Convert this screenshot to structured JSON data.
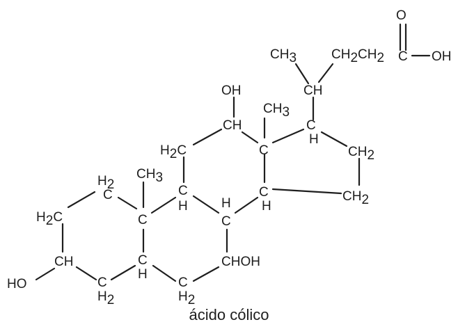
{
  "caption": "ácido cólico",
  "colors": {
    "ink": "#1e1e1e",
    "background": "#ffffff"
  },
  "molecule": {
    "atoms": {
      "o_carbonyl": {
        "symbol": "O",
        "sub": ""
      },
      "c_carboxyl": {
        "symbol": "C",
        "sub": ""
      },
      "oh_acid": {
        "symbol": "OH",
        "sub": ""
      },
      "ch3_side": {
        "symbol": "CH",
        "sub": "3"
      },
      "ch2_side": {
        "symbol": "CH",
        "sub": "2",
        "symbol2": "CH",
        "sub2": "2"
      },
      "ch_side": {
        "symbol": "CH",
        "sub": ""
      },
      "oh_12": {
        "symbol": "OH",
        "sub": ""
      },
      "ch_12": {
        "symbol": "CH",
        "sub": ""
      },
      "ch3_13": {
        "symbol": "CH",
        "sub": "3"
      },
      "c_17": {
        "symbol": "C",
        "sub": ""
      },
      "h_17": {
        "symbol": "H",
        "sub": ""
      },
      "h2c_11": {
        "symbol": "H",
        "sub": "2",
        "after": "C"
      },
      "c_13": {
        "symbol": "C",
        "sub": ""
      },
      "ch2_16": {
        "symbol": "CH",
        "sub": "2"
      },
      "ch3_10": {
        "symbol": "CH",
        "sub": "3"
      },
      "h2_1": {
        "symbol": "H",
        "sub": "2"
      },
      "c_1": {
        "symbol": "C",
        "sub": ""
      },
      "c_9": {
        "symbol": "C",
        "sub": ""
      },
      "h_9": {
        "symbol": "H",
        "sub": ""
      },
      "h_8": {
        "symbol": "H",
        "sub": ""
      },
      "c_8": {
        "symbol": "C",
        "sub": ""
      },
      "c_14": {
        "symbol": "C",
        "sub": ""
      },
      "h_14": {
        "symbol": "H",
        "sub": ""
      },
      "ch2_15": {
        "symbol": "CH",
        "sub": "2"
      },
      "h2c_2": {
        "symbol": "H",
        "sub": "2",
        "after": "C"
      },
      "c_10": {
        "symbol": "C",
        "sub": ""
      },
      "chch3_oh": {
        "symbol": "CHOH",
        "sub": ""
      },
      "ch_3": {
        "symbol": "CH",
        "sub": ""
      },
      "ho_3": {
        "symbol": "HO",
        "sub": ""
      },
      "c_5": {
        "symbol": "C",
        "sub": ""
      },
      "h_5": {
        "symbol": "H",
        "sub": ""
      },
      "c_4": {
        "symbol": "C",
        "sub": ""
      },
      "h2_4": {
        "symbol": "H",
        "sub": "2"
      },
      "c_6": {
        "symbol": "C",
        "sub": ""
      },
      "h2_6": {
        "symbol": "H",
        "sub": "2"
      }
    }
  }
}
